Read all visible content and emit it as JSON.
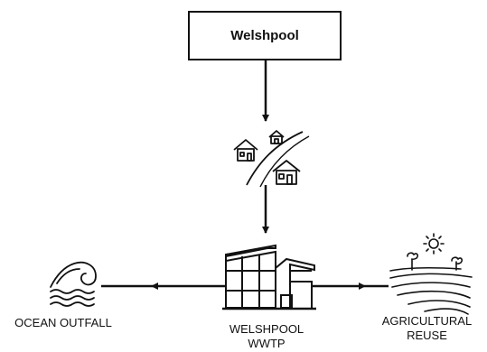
{
  "source": {
    "label": "Welshpool"
  },
  "nodes": {
    "ocean_outfall": {
      "label": "OCEAN OUTFALL",
      "icon": "wave-icon"
    },
    "wwtp": {
      "label_line1": "WELSHPOOL",
      "label_line2": "WWTP",
      "icon": "treatment-plant-icon"
    },
    "agricultural_reuse": {
      "label_line1": "AGRICULTURAL",
      "label_line2": "REUSE",
      "icon": "farm-field-icon"
    },
    "catchment": {
      "icon": "houses-road-icon"
    }
  },
  "edges": [
    {
      "from": "source",
      "to": "catchment"
    },
    {
      "from": "catchment",
      "to": "wwtp"
    },
    {
      "from": "wwtp",
      "to": "ocean_outfall"
    },
    {
      "from": "wwtp",
      "to": "agricultural_reuse"
    }
  ],
  "colors": {
    "line": "#111111",
    "background": "#ffffff"
  }
}
